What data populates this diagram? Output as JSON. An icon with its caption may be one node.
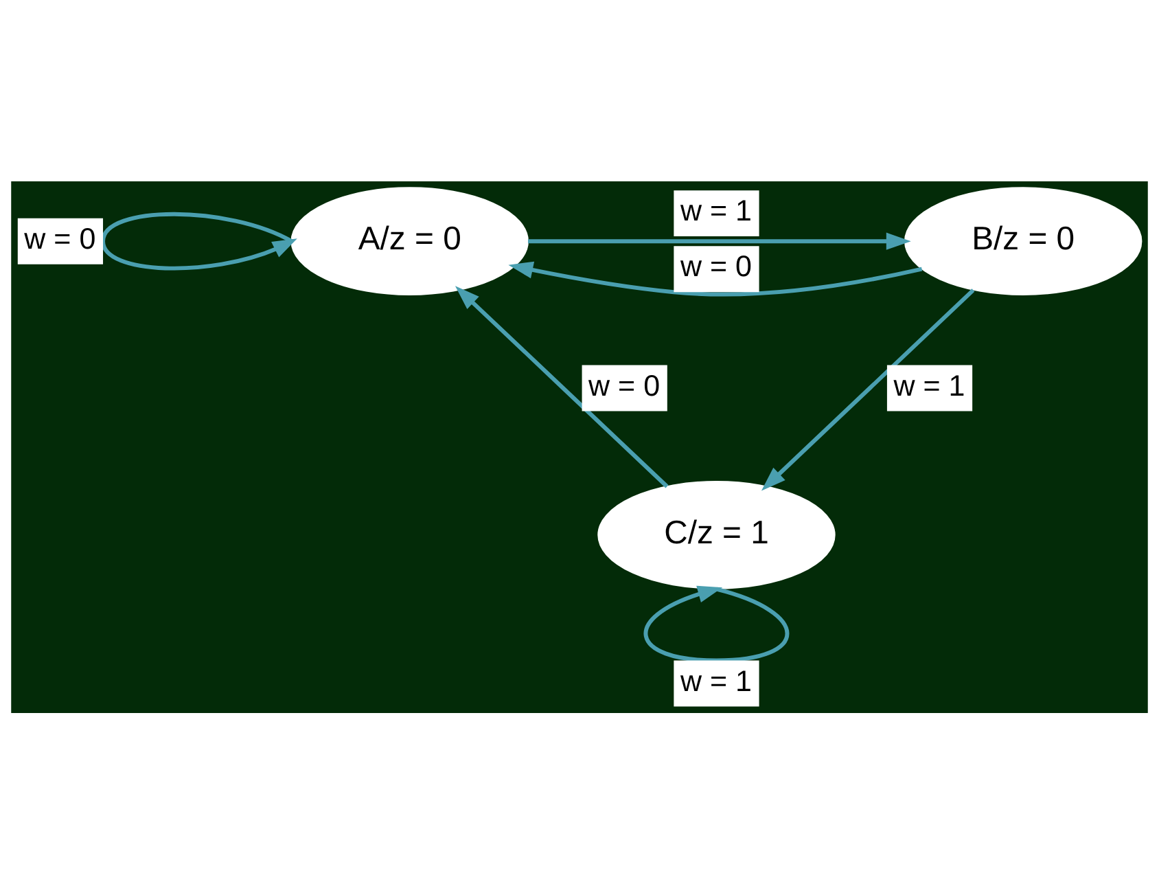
{
  "diagram": {
    "nodes": [
      {
        "text": [
          "A/z = 0"
        ]
      },
      {
        "text": [
          "B/z = 0"
        ]
      },
      {
        "text": [
          "C/z = 1"
        ]
      }
    ],
    "edges": [
      {
        "from": 0,
        "to": 0,
        "arrow": "to",
        "label": "w = 0"
      },
      {
        "from": 0,
        "to": 1,
        "arrow": "to",
        "label": "w = 1"
      },
      {
        "from": 1,
        "to": 0,
        "arrow": "to",
        "label": "w = 0"
      },
      {
        "from": 1,
        "to": 2,
        "arrow": "to",
        "label": "w = 1"
      },
      {
        "from": 2,
        "to": 0,
        "arrow": "to",
        "label": "w = 0"
      },
      {
        "from": 2,
        "to": 2,
        "arrow": "to",
        "label": "w = 1"
      }
    ]
  }
}
